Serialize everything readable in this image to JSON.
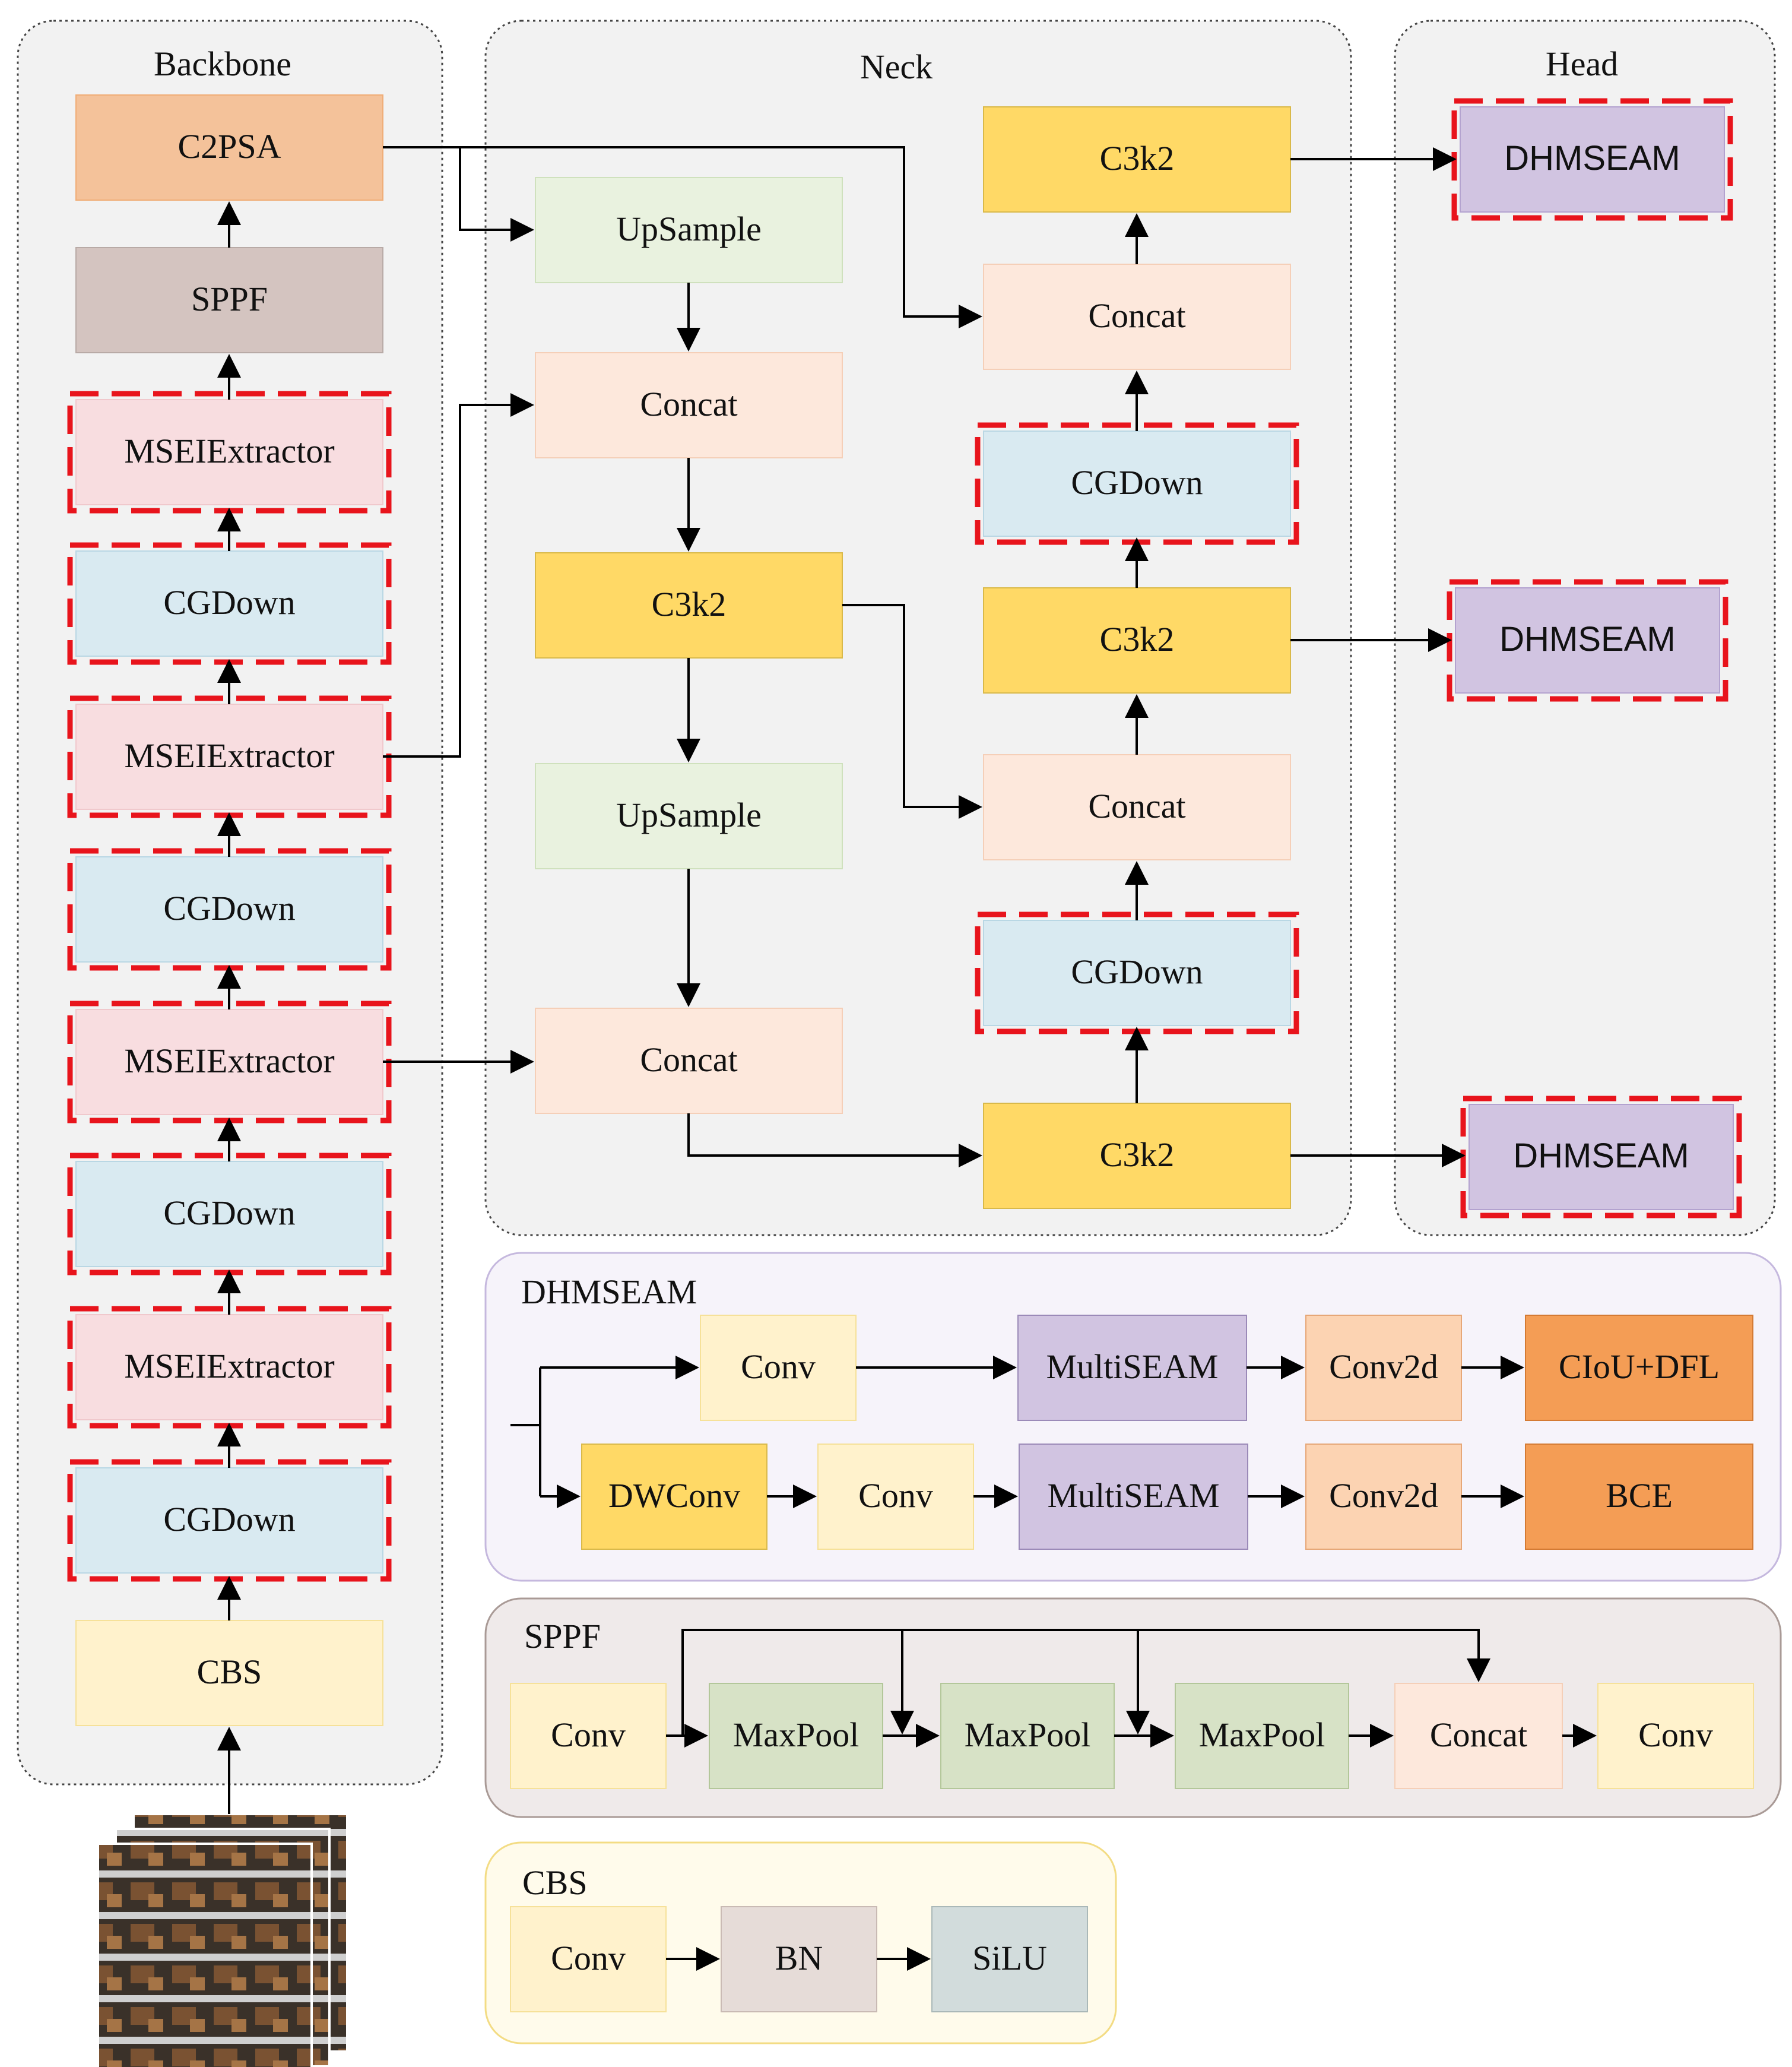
{
  "panels": {
    "backbone": "Backbone",
    "neck": "Neck",
    "head": "Head",
    "dhmseam": "DHMSEAM",
    "sppf": "SPPF",
    "cbs": "CBS"
  },
  "backbone": {
    "c2psa": "C2PSA",
    "sppf": "SPPF",
    "mseie4": "MSEIExtractor",
    "cgdown4": "CGDown",
    "mseie3": "MSEIExtractor",
    "cgdown3": "CGDown",
    "mseie2": "MSEIExtractor",
    "cgdown2": "CGDown",
    "mseie1": "MSEIExtractor",
    "cgdown1": "CGDown",
    "cbs": "CBS"
  },
  "neck": {
    "upsample1": "UpSample",
    "concat1": "Concat",
    "c3k2_1": "C3k2",
    "upsample2": "UpSample",
    "concat2": "Concat",
    "c3k2_top": "C3k2",
    "concat_top": "Concat",
    "cgdown_top": "CGDown",
    "c3k2_mid": "C3k2",
    "concat_mid": "Concat",
    "cgdown_mid": "CGDown",
    "c3k2_bot": "C3k2"
  },
  "head": {
    "d1": "DHMSEAM",
    "d2": "DHMSEAM",
    "d3": "DHMSEAM"
  },
  "dhmseam_detail": {
    "conv_a": "Conv",
    "multiseam_a": "MultiSEAM",
    "conv2d_a": "Conv2d",
    "loss_a": "CIoU+DFL",
    "dwconv": "DWConv",
    "conv_b": "Conv",
    "multiseam_b": "MultiSEAM",
    "conv2d_b": "Conv2d",
    "loss_b": "BCE"
  },
  "sppf_detail": {
    "conv1": "Conv",
    "maxpool1": "MaxPool",
    "maxpool2": "MaxPool",
    "maxpool3": "MaxPool",
    "concat": "Concat",
    "conv2": "Conv"
  },
  "cbs_detail": {
    "conv": "Conv",
    "bn": "BN",
    "silu": "SiLU"
  },
  "colors": {
    "yellow_light": "#fff2cc",
    "orange_c2psa": "#f4c29a",
    "sppf_gray": "#d4c4c0",
    "pink": "#f8dde0",
    "blue": "#d9eaf1",
    "green": "#e9f2df",
    "peach": "#fde8dc",
    "gold": "#ffd966",
    "purple": "#d1c4e1",
    "conv2d": "#fcd3b2",
    "orange_dark": "#f49d55",
    "maxpool": "#d7e2c6",
    "bn": "#e6dcd8",
    "silu": "#d2dcdc",
    "highlight": "#e8141c"
  }
}
